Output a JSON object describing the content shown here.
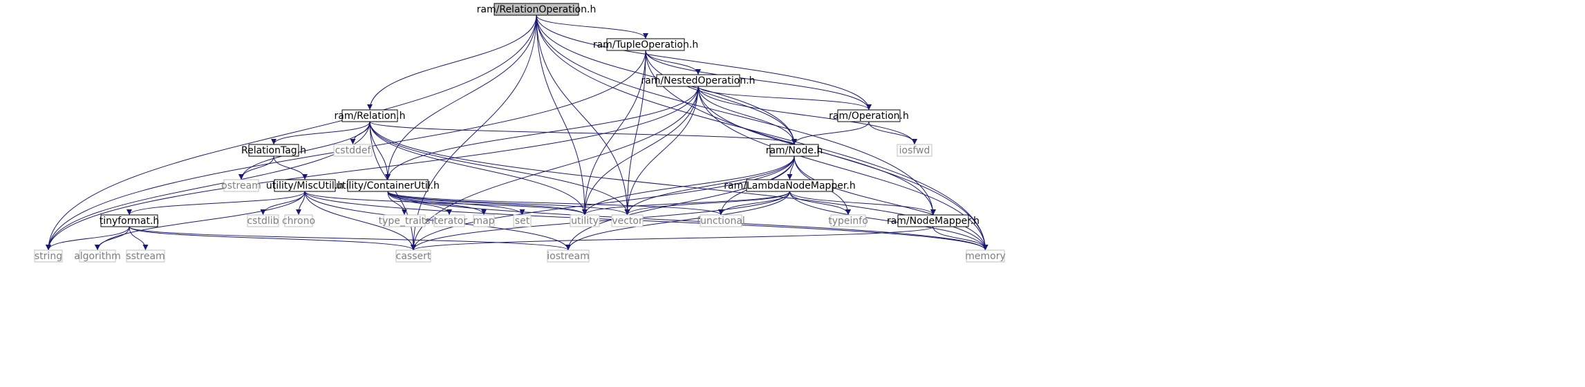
{
  "graph": {
    "root": "ram/RelationOperation.h",
    "colors": {
      "edge": "#191970",
      "node_border": "#000000",
      "root_fill": "#bfbfbf",
      "system_border": "#bfbfbf",
      "system_text": "#7f7f7f",
      "text": "#000000"
    },
    "nodes": [
      {
        "id": "root",
        "label": "ram/RelationOperation.h",
        "kind": "root"
      },
      {
        "id": "tuple",
        "label": "ram/TupleOperation.h",
        "kind": "local"
      },
      {
        "id": "nested",
        "label": "ram/NestedOperation.h",
        "kind": "local"
      },
      {
        "id": "relation",
        "label": "ram/Relation.h",
        "kind": "local"
      },
      {
        "id": "operation",
        "label": "ram/Operation.h",
        "kind": "local"
      },
      {
        "id": "relationtag",
        "label": "RelationTag.h",
        "kind": "local"
      },
      {
        "id": "cstddef",
        "label": "cstddef",
        "kind": "system"
      },
      {
        "id": "node",
        "label": "ram/Node.h",
        "kind": "local"
      },
      {
        "id": "iosfwd",
        "label": "iosfwd",
        "kind": "system"
      },
      {
        "id": "ostream",
        "label": "ostream",
        "kind": "system"
      },
      {
        "id": "miscutil",
        "label": "utility/MiscUtil.h",
        "kind": "local"
      },
      {
        "id": "containerutil",
        "label": "utility/ContainerUtil.h",
        "kind": "local"
      },
      {
        "id": "lambda",
        "label": "ram/LambdaNodeMapper.h",
        "kind": "local"
      },
      {
        "id": "tinyformat",
        "label": "tinyformat.h",
        "kind": "local"
      },
      {
        "id": "cstdlib",
        "label": "cstdlib",
        "kind": "system"
      },
      {
        "id": "chrono",
        "label": "chrono",
        "kind": "system"
      },
      {
        "id": "type_traits",
        "label": "type_traits",
        "kind": "system"
      },
      {
        "id": "iterator",
        "label": "iterator",
        "kind": "system"
      },
      {
        "id": "map",
        "label": "map",
        "kind": "system"
      },
      {
        "id": "set",
        "label": "set",
        "kind": "system"
      },
      {
        "id": "utility",
        "label": "utility",
        "kind": "system"
      },
      {
        "id": "vector",
        "label": "vector",
        "kind": "system"
      },
      {
        "id": "functional",
        "label": "functional",
        "kind": "system"
      },
      {
        "id": "typeinfo",
        "label": "typeinfo",
        "kind": "system"
      },
      {
        "id": "nodemapper",
        "label": "ram/NodeMapper.h",
        "kind": "local"
      },
      {
        "id": "string",
        "label": "string",
        "kind": "system"
      },
      {
        "id": "algorithm",
        "label": "algorithm",
        "kind": "system"
      },
      {
        "id": "sstream",
        "label": "sstream",
        "kind": "system"
      },
      {
        "id": "cassert",
        "label": "cassert",
        "kind": "system"
      },
      {
        "id": "iostream",
        "label": "iostream",
        "kind": "system"
      },
      {
        "id": "memory",
        "label": "memory",
        "kind": "system"
      }
    ],
    "edges": [
      [
        "root",
        "tuple"
      ],
      [
        "root",
        "string"
      ],
      [
        "root",
        "cassert"
      ],
      [
        "root",
        "relation"
      ],
      [
        "root",
        "containerutil"
      ],
      [
        "root",
        "utility"
      ],
      [
        "root",
        "vector"
      ],
      [
        "root",
        "operation"
      ],
      [
        "root",
        "node"
      ],
      [
        "root",
        "nodemapper"
      ],
      [
        "root",
        "memory"
      ],
      [
        "tuple",
        "nested"
      ],
      [
        "tuple",
        "string"
      ],
      [
        "tuple",
        "utility"
      ],
      [
        "tuple",
        "vector"
      ],
      [
        "tuple",
        "operation"
      ],
      [
        "tuple",
        "node"
      ],
      [
        "tuple",
        "memory"
      ],
      [
        "nested",
        "operation"
      ],
      [
        "nested",
        "string"
      ],
      [
        "nested",
        "containerutil"
      ],
      [
        "nested",
        "node"
      ],
      [
        "nested",
        "nodemapper"
      ],
      [
        "nested",
        "utility"
      ],
      [
        "nested",
        "vector"
      ],
      [
        "nested",
        "cassert"
      ],
      [
        "nested",
        "iosfwd"
      ],
      [
        "nested",
        "memory"
      ],
      [
        "relation",
        "relationtag"
      ],
      [
        "relation",
        "cstddef"
      ],
      [
        "relation",
        "containerutil"
      ],
      [
        "relation",
        "node"
      ],
      [
        "relation",
        "ostream"
      ],
      [
        "relation",
        "string"
      ],
      [
        "relation",
        "cassert"
      ],
      [
        "relation",
        "utility"
      ],
      [
        "relation",
        "vector"
      ],
      [
        "relation",
        "memory"
      ],
      [
        "operation",
        "node"
      ],
      [
        "operation",
        "iosfwd"
      ],
      [
        "relationtag",
        "ostream"
      ],
      [
        "relationtag",
        "miscutil"
      ],
      [
        "node",
        "lambda"
      ],
      [
        "node",
        "utility"
      ],
      [
        "node",
        "vector"
      ],
      [
        "node",
        "functional"
      ],
      [
        "node",
        "typeinfo"
      ],
      [
        "node",
        "cassert"
      ],
      [
        "node",
        "iostream"
      ],
      [
        "node",
        "memory"
      ],
      [
        "miscutil",
        "tinyformat"
      ],
      [
        "miscutil",
        "cstdlib"
      ],
      [
        "miscutil",
        "chrono"
      ],
      [
        "miscutil",
        "algorithm"
      ],
      [
        "miscutil",
        "cassert"
      ],
      [
        "miscutil",
        "iostream"
      ],
      [
        "miscutil",
        "utility"
      ],
      [
        "miscutil",
        "memory"
      ],
      [
        "containerutil",
        "type_traits"
      ],
      [
        "containerutil",
        "iterator"
      ],
      [
        "containerutil",
        "map"
      ],
      [
        "containerutil",
        "set"
      ],
      [
        "containerutil",
        "utility"
      ],
      [
        "containerutil",
        "vector"
      ],
      [
        "containerutil",
        "functional"
      ],
      [
        "containerutil",
        "memory"
      ],
      [
        "lambda",
        "nodemapper"
      ],
      [
        "lambda",
        "utility"
      ],
      [
        "lambda",
        "vector"
      ],
      [
        "lambda",
        "functional"
      ],
      [
        "lambda",
        "typeinfo"
      ],
      [
        "lambda",
        "cassert"
      ],
      [
        "lambda",
        "iostream"
      ],
      [
        "lambda",
        "memory"
      ],
      [
        "tinyformat",
        "string"
      ],
      [
        "tinyformat",
        "algorithm"
      ],
      [
        "tinyformat",
        "sstream"
      ],
      [
        "tinyformat",
        "cassert"
      ],
      [
        "tinyformat",
        "iostream"
      ],
      [
        "nodemapper",
        "cassert"
      ],
      [
        "nodemapper",
        "memory"
      ]
    ]
  }
}
